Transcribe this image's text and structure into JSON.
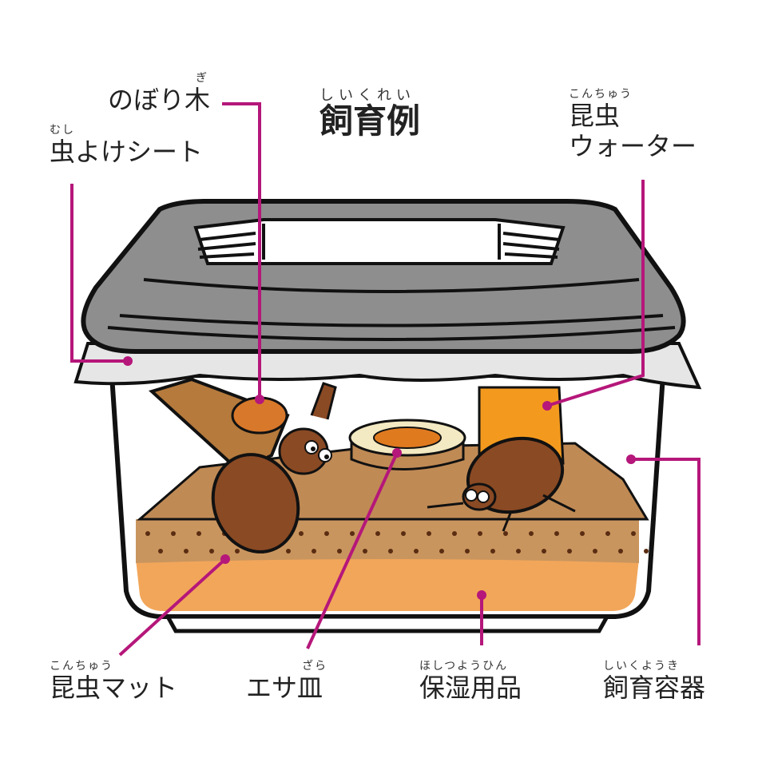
{
  "title": {
    "text": "飼育例",
    "reading": "しいくれい"
  },
  "labels": {
    "climbing_wood": {
      "text": "のぼり木",
      "reading": "ぎ"
    },
    "insect_sheet": {
      "text": "虫よけシート",
      "reading": "むし"
    },
    "insect_water": {
      "text": "昆虫ウォーター",
      "line1": "昆虫",
      "line2": "ウォーター",
      "reading": "こんちゅう"
    },
    "insect_mat": {
      "text": "昆虫マット",
      "reading": "こんちゅう"
    },
    "food_dish": {
      "text": "エサ皿",
      "reading": "ざら"
    },
    "moisture_goods": {
      "text": "保湿用品",
      "reading": "ほしつようひん"
    },
    "breeding_container": {
      "text": "飼育容器",
      "reading": "しいくようき"
    }
  },
  "colors": {
    "leader_line": "#b5177a",
    "lid": "#8e8e8e",
    "sheet": "#e6e6e6",
    "mat_top": "#c08a55",
    "mat_mid": "#c9955e",
    "mat_bottom": "#f2a65a",
    "beetle": "#8a4a24",
    "water": "#f39a1e",
    "wood": "#b57a3c"
  }
}
